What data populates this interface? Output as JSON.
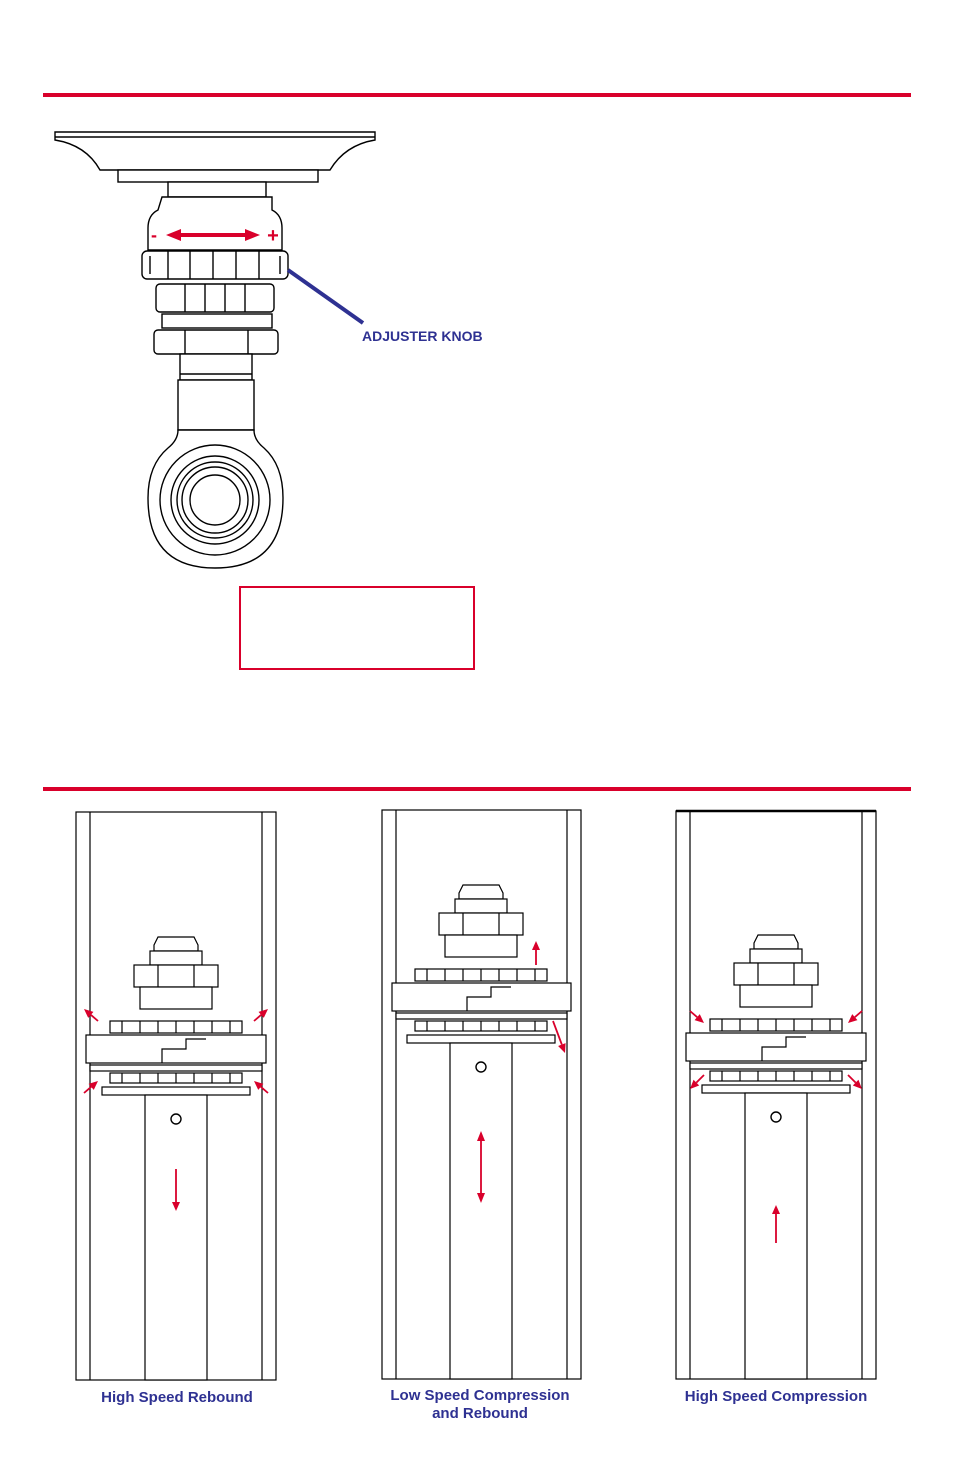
{
  "colors": {
    "accent": "#d9002b",
    "label_blue": "#2e3192",
    "line": "#000000"
  },
  "adjuster": {
    "knob_label": "ADJUSTER KNOB",
    "minus_sign": "-",
    "plus_sign": "+"
  },
  "note_box": {
    "text": ""
  },
  "valve_diagrams": [
    {
      "caption": "High Speed Rebound",
      "rod_motion": "down"
    },
    {
      "caption": "Low Speed Compression\nand Rebound",
      "rod_motion": "both"
    },
    {
      "caption": "High Speed Compression",
      "rod_motion": "up"
    }
  ]
}
